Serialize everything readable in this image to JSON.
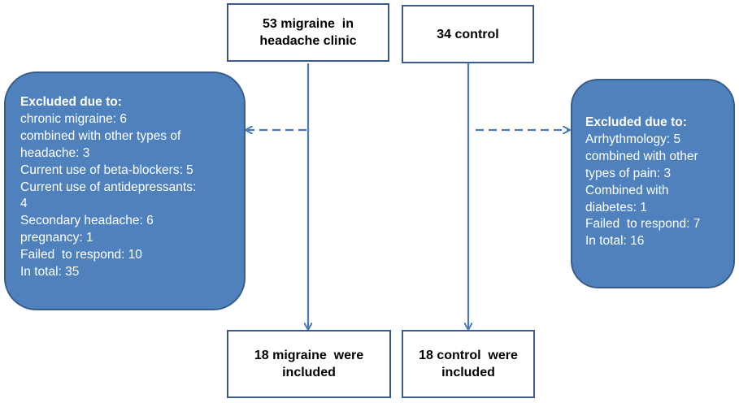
{
  "boxes": {
    "migraine_top": [
      "53 migraine  in",
      "headache clinic"
    ],
    "control_top": [
      "34 control"
    ],
    "migraine_bottom": [
      "18 migraine  were",
      "included"
    ],
    "control_bottom": [
      "18 control  were",
      "included"
    ]
  },
  "excluded_left": {
    "heading": "Excluded due to:",
    "items": [
      "chronic migraine: 6",
      "combined with other types of",
      "headache: 3",
      "Current use of beta-blockers: 5",
      "Current use of antidepressants:",
      "4",
      "Secondary headache: 6",
      "pregnancy: 1",
      "Failed  to respond: 10",
      "In total: 35"
    ]
  },
  "excluded_right": {
    "heading": "Excluded due to:",
    "items": [
      "Arrhythmology: 5",
      "combined with other",
      "types of pain: 3",
      "Combined with",
      "diabetes: 1",
      "Failed  to respond: 7",
      "In total: 16"
    ]
  },
  "colors": {
    "box_border": "#3a5b86",
    "exclusion_fill": "#4f81bd",
    "exclusion_border": "#385d8a",
    "arrow": "#4a7ab5"
  }
}
